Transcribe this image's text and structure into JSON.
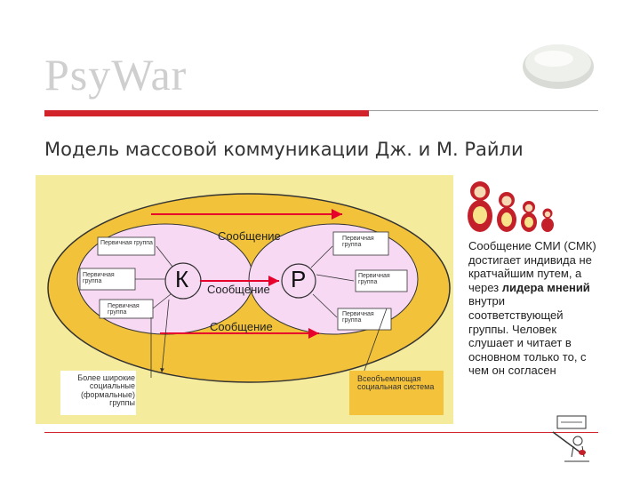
{
  "header": {
    "brand": "PsyWar",
    "subtitle": "Модель массовой коммуникации Дж. и М. Райли"
  },
  "diagram": {
    "primary_group": "Первичная группа",
    "message": "Сообщение",
    "communicator": "К",
    "recipient": "Р",
    "broader_groups": "Более широкие социальные (формальные) группы",
    "social_system": "Всеобъемлющая социальная система"
  },
  "side": {
    "text_before": "Сообщение СМИ (СМК) достигает индивида не кратчайшим путем, а через ",
    "bold": "лидера мнений",
    "text_after": " внутри соответствующей группы. Человек слушает и читает в основном только то, с чем он согласен"
  },
  "colors": {
    "accent_red": "#d2232a",
    "diagram_bg": "#f5eb9c",
    "outer_ellipse": "#f2c23a",
    "inner_ellipse": "#f7d9f3",
    "arrow_red": "#e8002d"
  }
}
